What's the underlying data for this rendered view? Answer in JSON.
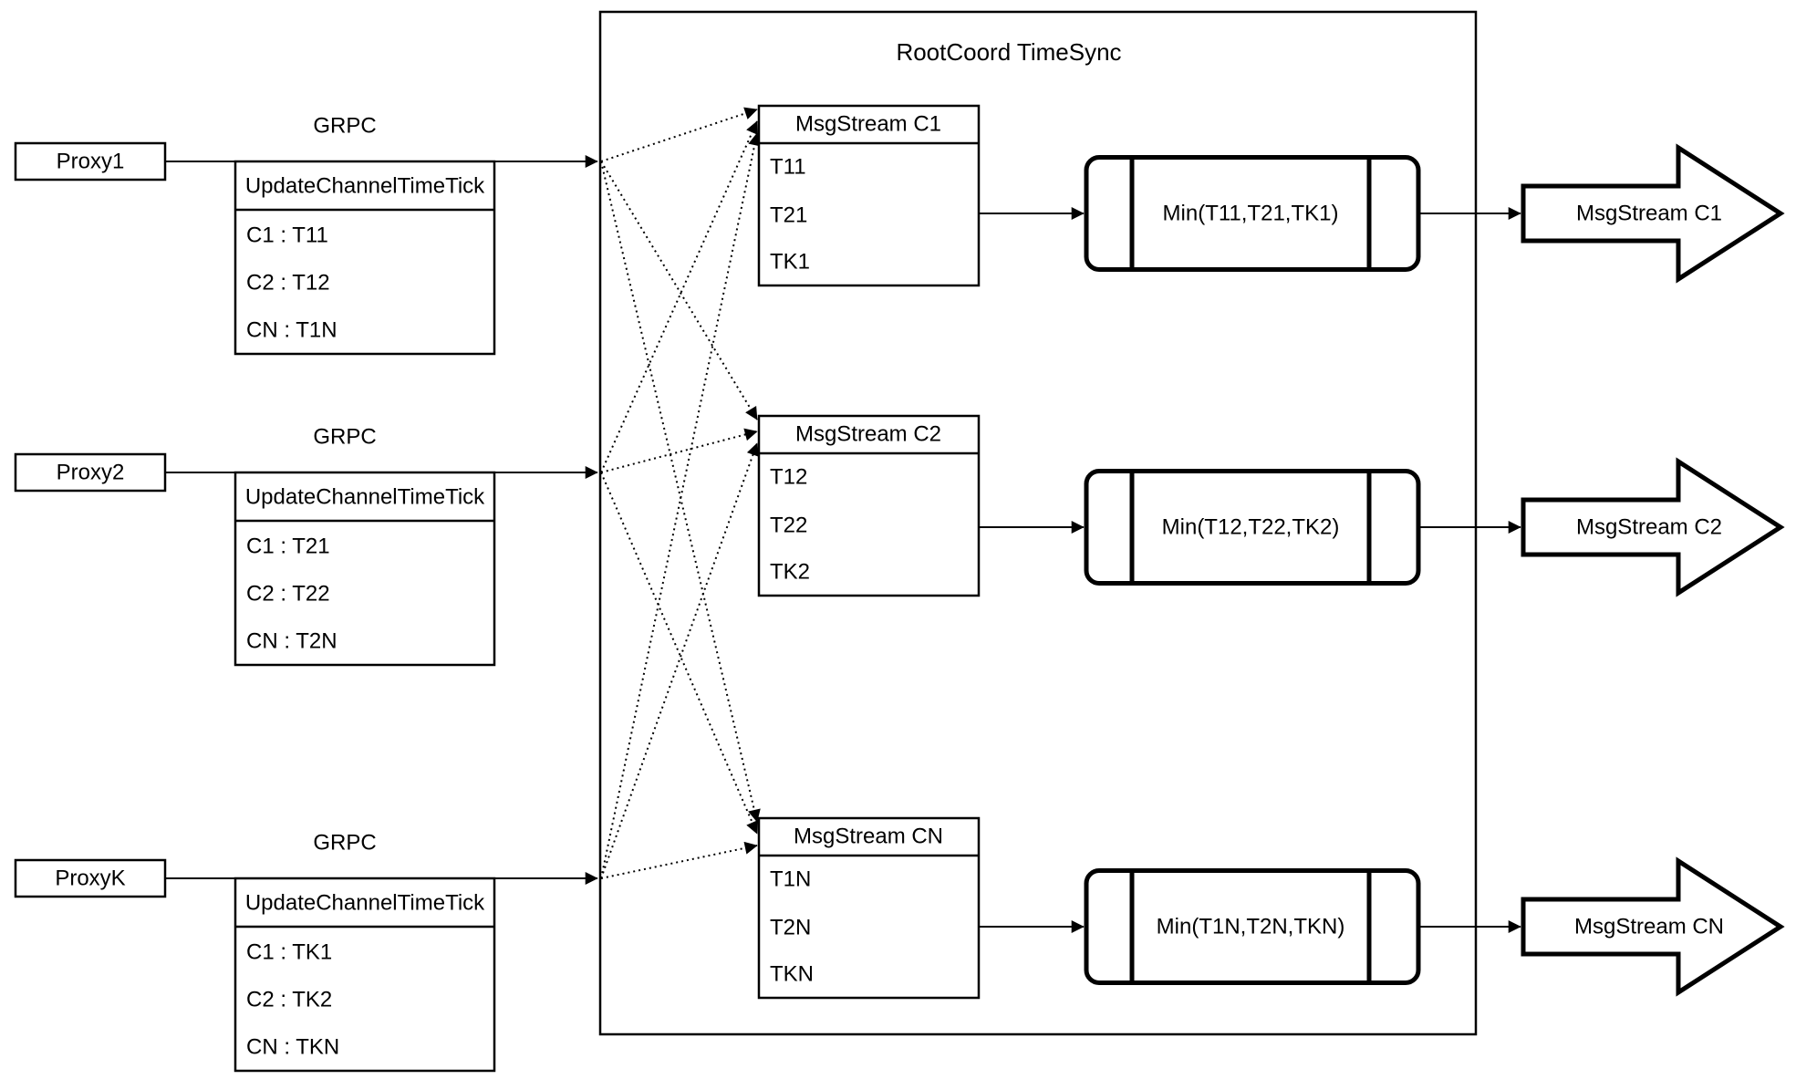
{
  "diagram": {
    "title": "RootCoord TimeSync",
    "proxies": [
      {
        "name": "Proxy1",
        "rpc": "GRPC",
        "request": {
          "header": "UpdateChannelTimeTick",
          "rows": [
            "C1 : T11",
            "C2 : T12",
            "CN : T1N"
          ]
        }
      },
      {
        "name": "Proxy2",
        "rpc": "GRPC",
        "request": {
          "header": "UpdateChannelTimeTick",
          "rows": [
            "C1 : T21",
            "C2 : T22",
            "CN : T2N"
          ]
        }
      },
      {
        "name": "ProxyK",
        "rpc": "GRPC",
        "request": {
          "header": "UpdateChannelTimeTick",
          "rows": [
            "C1 : TK1",
            "C2 : TK2",
            "CN : TKN"
          ]
        }
      }
    ],
    "channels": [
      {
        "table": {
          "header": "MsgStream C1",
          "rows": [
            "T11",
            "T21",
            "TK1"
          ]
        },
        "min_label": "Min(T11,T21,TK1)",
        "output_label": "MsgStream C1"
      },
      {
        "table": {
          "header": "MsgStream C2",
          "rows": [
            "T12",
            "T22",
            "TK2"
          ]
        },
        "min_label": "Min(T12,T22,TK2)",
        "output_label": "MsgStream C2"
      },
      {
        "table": {
          "header": "MsgStream CN",
          "rows": [
            "T1N",
            "T2N",
            "TKN"
          ]
        },
        "min_label": "Min(T1N,T2N,TKN)",
        "output_label": "MsgStream CN"
      }
    ]
  }
}
